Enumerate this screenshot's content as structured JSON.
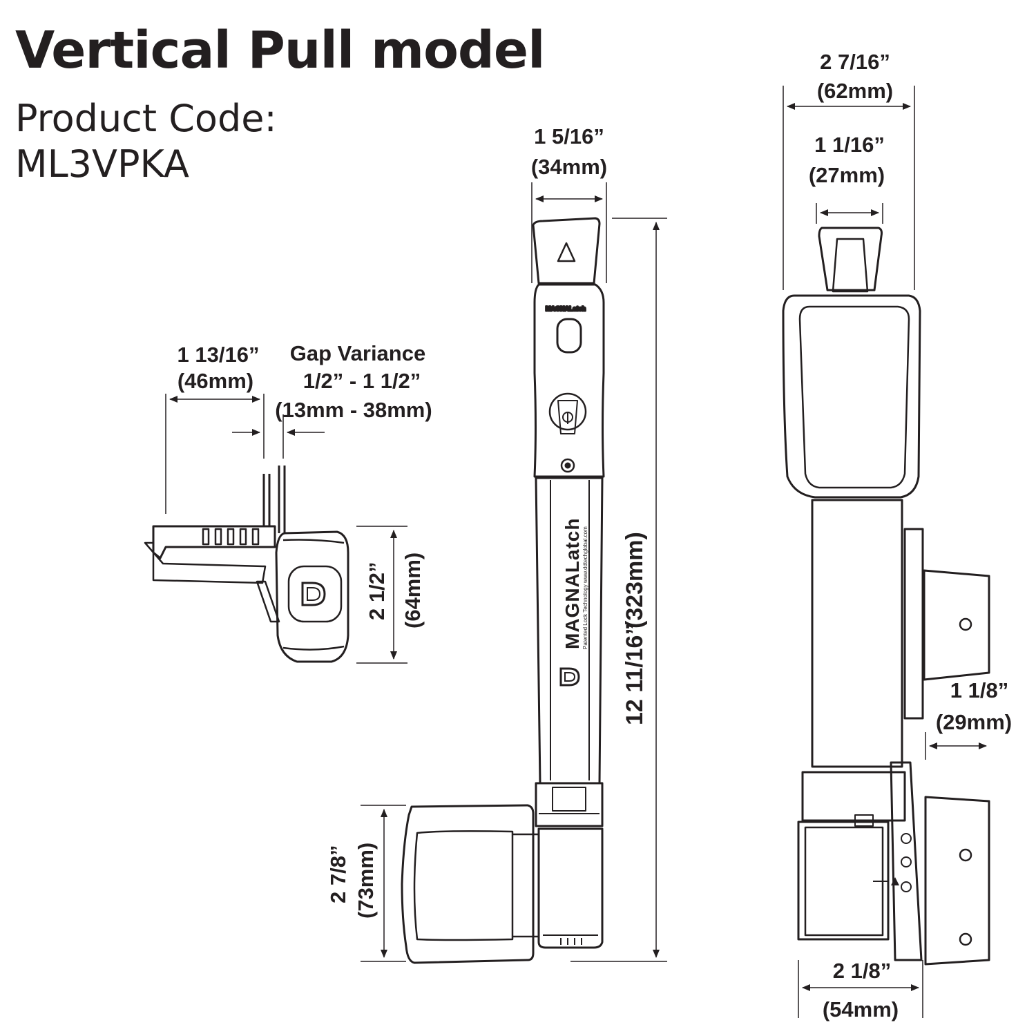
{
  "title": "Vertical Pull model",
  "product_code_label": "Product Code:",
  "product_code": "ML3VPKA",
  "dims": {
    "top_width_in": "1 5/16”",
    "top_width_mm": "(34mm)",
    "height_in": "12 11/16”",
    "height_mm": "(323mm)",
    "base_in": "2 7/8”",
    "base_mm": "(73mm)",
    "side_outer_in": "2 7/16”",
    "side_outer_mm": "(62mm)",
    "side_knob_in": "1 1/16”",
    "side_knob_mm": "(27mm)",
    "bracket_in": "1 1/8”",
    "bracket_mm": "(29mm)",
    "bottom_in": "2 1/8”",
    "bottom_mm": "(54mm)",
    "left_width_in": "1 13/16”",
    "left_width_mm": "(46mm)",
    "gap_title": "Gap Variance",
    "gap_in": "1/2” - 1 1/2”",
    "gap_mm": "(13mm - 38mm)",
    "left_height_in": "2 1/2”",
    "left_height_mm": "(64mm)"
  },
  "brand": {
    "product_name_small": "MAGNALatch",
    "product_name": "MAGNALatch",
    "tagline": "Patented Lock Technology  www.ddtechglobal.com"
  }
}
